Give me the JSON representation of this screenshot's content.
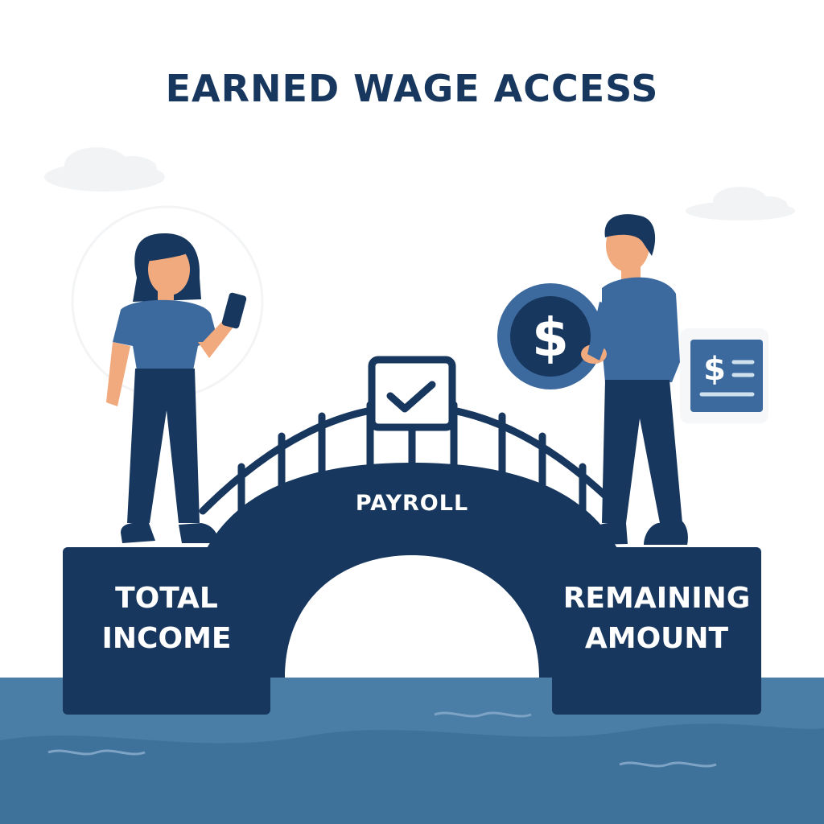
{
  "title": "EARNED WAGE ACCESS",
  "bridge_label": "PAYROLL",
  "left_block": {
    "line1": "TOTAL",
    "line2": "INCOME"
  },
  "right_block": {
    "line1": "REMAINING",
    "line2": "AMOUNT"
  },
  "coin_symbol": "$",
  "doc_symbol": "$",
  "colors": {
    "navy": "#17375e",
    "blue": "#3c6a9e",
    "water": "#4a7ea7",
    "skin": "#f1a97e",
    "hair": "#17375e",
    "cloud": "#f1f3f5"
  },
  "icons": [
    "checkmark-icon",
    "dollar-coin-icon",
    "dollar-document-icon",
    "smartphone-icon"
  ]
}
